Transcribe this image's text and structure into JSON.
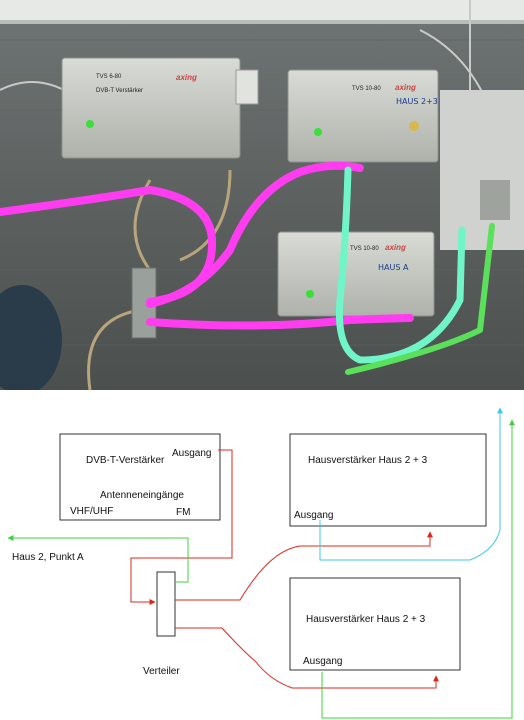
{
  "photo": {
    "amp_dvbt": {
      "model": "TVS 6-80",
      "brand": "axing",
      "subtitle": "DVB-T Verstärker"
    },
    "amp_haus23": {
      "model": "TVS 10-80",
      "brand": "axing",
      "handwritten": "HAUS 2+3"
    },
    "amp_hausa": {
      "model": "TVS 10-80",
      "brand": "axing",
      "handwritten": "HAUS A"
    },
    "colors": {
      "magenta": "#ff3cf0",
      "cyan": "#70f5c8",
      "green": "#5be05b"
    }
  },
  "diagram": {
    "dvbt_box": {
      "title": "DVB-T-Verstärker",
      "output": "Ausgang",
      "inputs": "Antenneneingänge",
      "vhf": "VHF/UHF",
      "fm": "FM"
    },
    "haus23_box": {
      "title": "Hausverstärker Haus 2 + 3",
      "output": "Ausgang"
    },
    "hausa_box": {
      "title": "Hausverstärker Haus 2 + 3",
      "output": "Ausgang"
    },
    "splitter_label": "Verteiler",
    "haus2_label": "Haus 2, Punkt A",
    "colors": {
      "red": "#e0241b",
      "cyan": "#3ec9e6",
      "green": "#3fd23f",
      "box": "#333333"
    }
  }
}
